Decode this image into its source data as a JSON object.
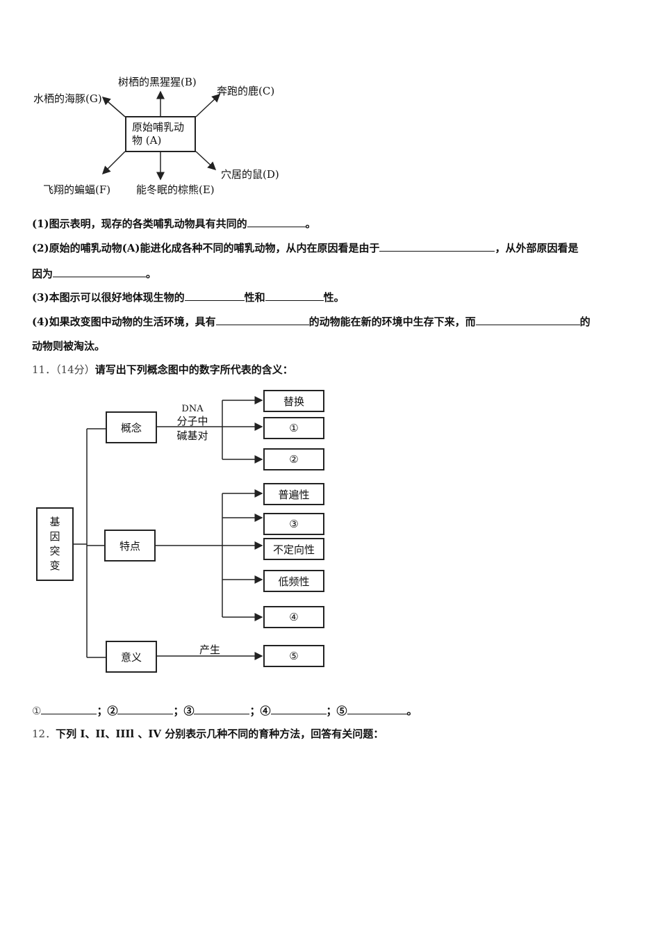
{
  "diagram1": {
    "center": [
      "原始哺乳动",
      "物 (A)"
    ],
    "B": "树栖的黑猩猩(B)",
    "C": "奔跑的鹿(C)",
    "G": "水栖的海豚(G)",
    "D": "穴居的鼠(D)",
    "F": "飞翔的蝙蝠(F)",
    "E": "能冬眠的棕熊(E)"
  },
  "questions": {
    "q1": {
      "pre": "(1)图示表明，现存的各类哺乳动物具有共同的",
      "post": "。"
    },
    "q2a": {
      "pre": "(2)原始的哺乳动物(A)能进化成各种不同的哺乳动物，从内在原因看是由于",
      "post": "，从外部原因看是"
    },
    "q2b": {
      "pre": "因为",
      "post": "。"
    },
    "q3": {
      "pre": "(3)本图示可以很好地体现生物的",
      "mid": "性和",
      "post": "性。"
    },
    "q4a": {
      "pre": "(4)如果改变图中动物的生活环境，具有",
      "mid": "的动物能在新的环境中生存下来，而",
      "post": "的"
    },
    "q4b": {
      "text": "动物则被淘汰。"
    }
  },
  "q11": {
    "number": "11．（14分）",
    "text": "请写出下列概念图中的数字所代表的含义："
  },
  "diagram2": {
    "root": [
      "基",
      "因",
      "突",
      "变"
    ],
    "concept": "概念",
    "features": "特点",
    "meaning": "意义",
    "concept_label": [
      "DNA",
      "分子中",
      "碱基对"
    ],
    "produce": "产生",
    "concept_items": [
      "替换",
      "①",
      "②"
    ],
    "feature_items": [
      "普遍性",
      "③",
      "不定向性",
      "低频性",
      "④"
    ],
    "meaning_item": "⑤"
  },
  "answers": {
    "a1": "①",
    "a2": "；②",
    "a3": "；③",
    "a4": "；④",
    "a5": "；⑤",
    "end": "。"
  },
  "q12": {
    "number": "12．",
    "text": "下列 I、II、IIIl 、IV 分别表示几种不同的育种方法，回答有关问题："
  }
}
